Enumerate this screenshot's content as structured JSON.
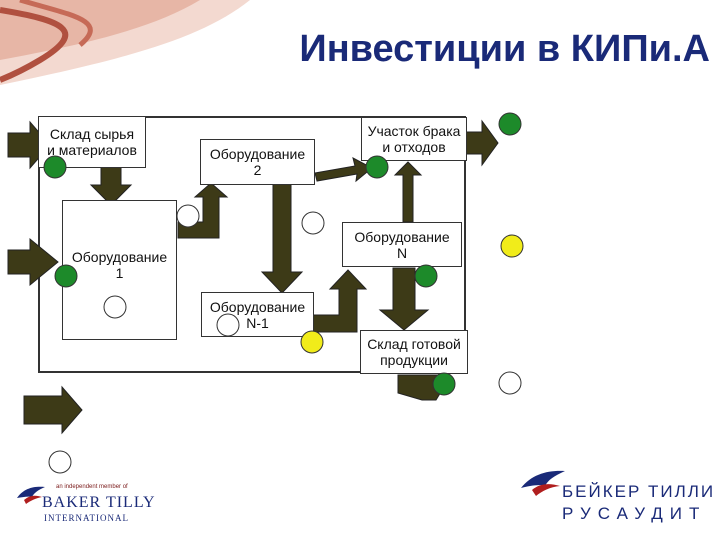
{
  "title": "Инвестиции в КИПи.А",
  "nodes": {
    "raw_storage": "Склад сырья\nи материалов",
    "equipment_1": "Оборудование\n1",
    "equipment_2": "Оборудование\n2",
    "equipment_n1": "Оборудование\nN-1",
    "equipment_n": "Оборудование\nN",
    "defect_area": "Участок брака\nи отходов",
    "finished_storage": "Склад готовой\nпродукции"
  },
  "colors": {
    "arrow": "#3d3a17",
    "indicator_green": "#1d8a2a",
    "indicator_yellow": "#f1ec1a",
    "indicator_empty": "#ffffff",
    "title": "#1a2a78"
  },
  "logos": {
    "left_tagline": "an independent member of",
    "left_name": "BAKER TILLY",
    "left_sub": "INTERNATIONAL",
    "right_name": "БЕЙКЕР ТИЛЛИ",
    "right_sub": "РУСАУДИТ"
  }
}
